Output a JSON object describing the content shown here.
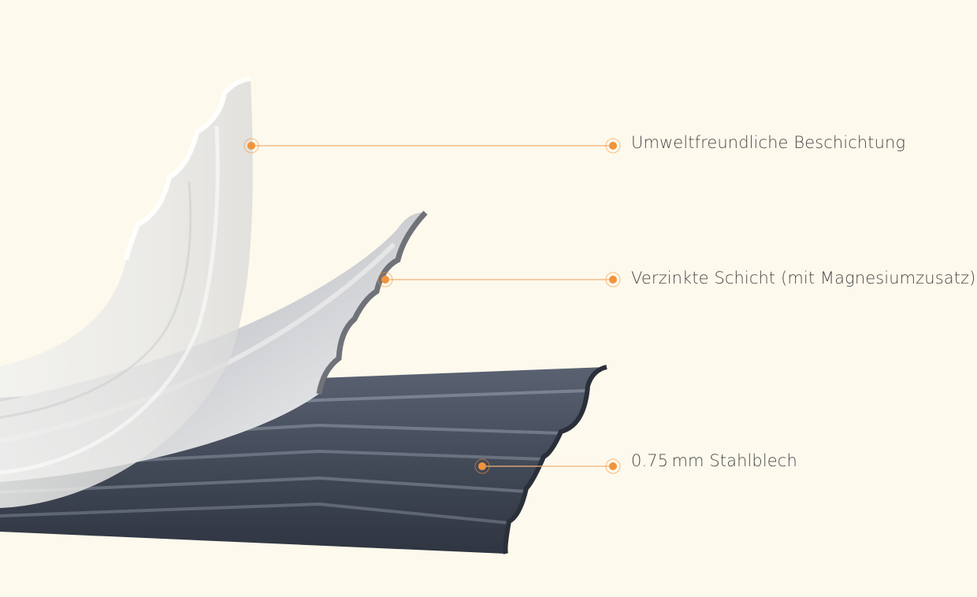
{
  "layers": [
    {
      "id": "coating",
      "label": "Umweltfreundliche Beschichtung"
    },
    {
      "id": "zinc",
      "label": "Verzinkte Schicht (mit Magnesiumzusatz)"
    },
    {
      "id": "steel",
      "label": "0.75 mm Stahlblech"
    }
  ],
  "colors": {
    "background": "#fdf9ec",
    "accent": "#f2933a",
    "leader_line": "#f0b27a",
    "label_text": "#4a4a4a",
    "steel": "#4c5463",
    "zinc": "#b9bbbf",
    "coating": "#eeeeec"
  }
}
